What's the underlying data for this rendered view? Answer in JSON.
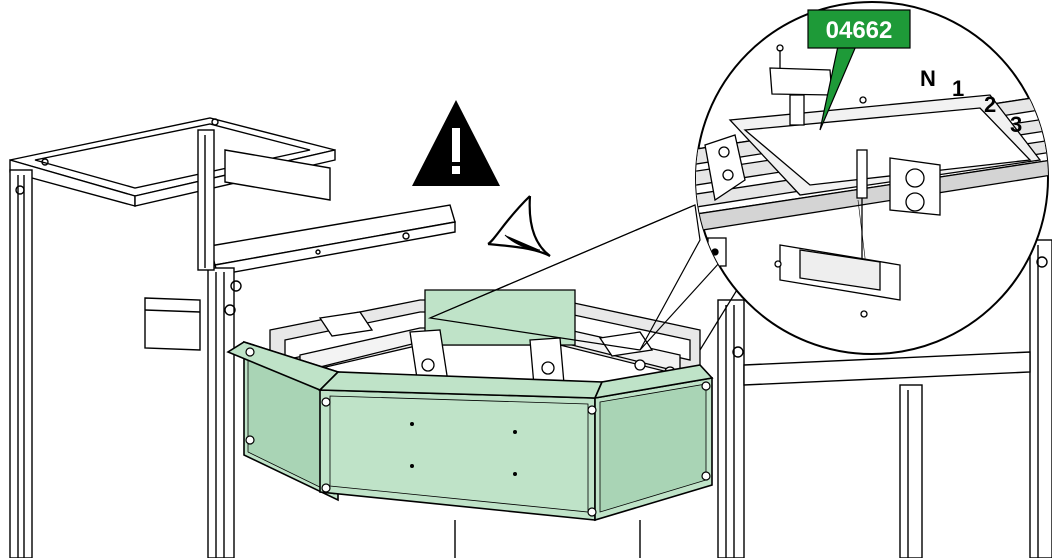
{
  "part_code": "04662",
  "phase_labels": [
    "N",
    "1",
    "2",
    "3"
  ],
  "warning_symbol": "warning-triangle-icon",
  "inspection_symbol": "eye-icon",
  "colors": {
    "panel_fill": "#bfe3c8",
    "panel_dark": "#a9d4b5",
    "label_fill": "#1e9a38",
    "line": "#000000"
  }
}
